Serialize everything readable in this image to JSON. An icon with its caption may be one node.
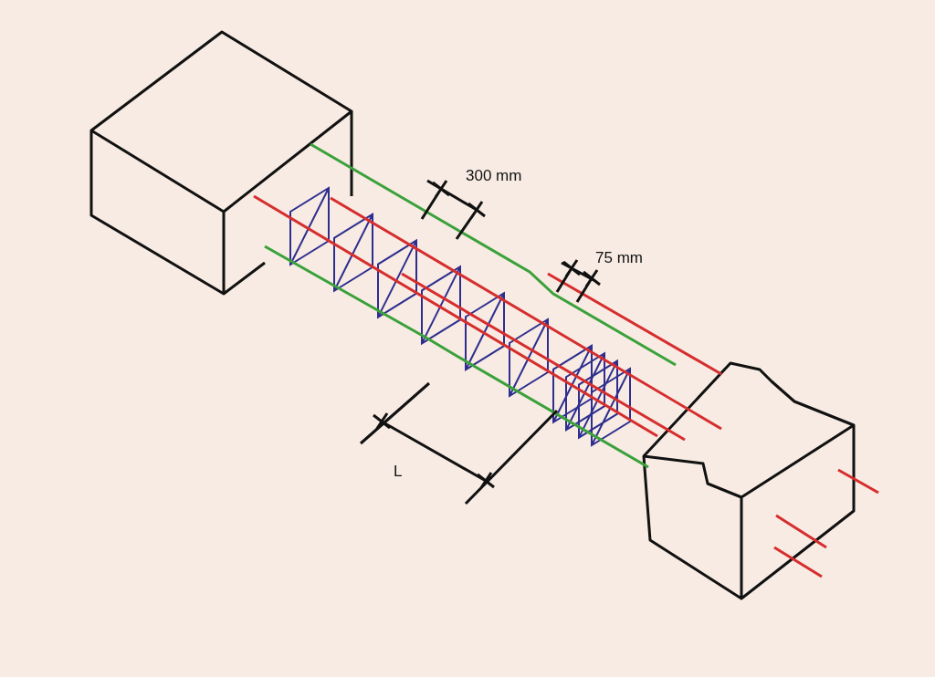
{
  "diagram": {
    "labels": [
      "300 mm",
      "75 mm",
      "L"
    ]
  }
}
